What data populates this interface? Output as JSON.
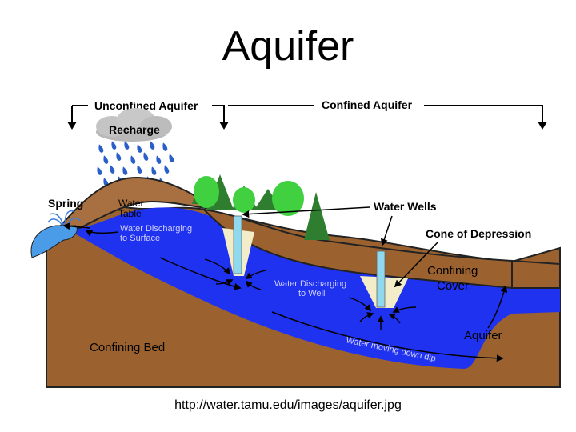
{
  "slide": {
    "title": "Aquifer",
    "source_url": "http://water.tamu.edu/images/aquifer.jpg"
  },
  "labels": {
    "unconfined_aquifer": "Unconfined Aquifer",
    "confined_aquifer": "Confined Aquifer",
    "recharge": "Recharge",
    "spring": "Spring",
    "water_table_line1": "Water",
    "water_table_line2": "Table",
    "water_discharging_surface_line1": "Water Discharging",
    "water_discharging_surface_line2": "to Surface",
    "water_wells": "Water Wells",
    "cone_of_depression": "Cone of Depression",
    "confining_cover_line1": "Confining",
    "confining_cover_line2": "Cover",
    "water_discharging_well_line1": "Water Discharging",
    "water_discharging_well_line2": "to Well",
    "aquifer": "Aquifer",
    "water_moving_down_dip": "Water moving down dip",
    "confining_bed": "Confining Bed"
  },
  "colors": {
    "soil": "#9b6230",
    "soil_light": "#a87040",
    "water": "#1e32f0",
    "water_light": "#4a9be8",
    "tree_dark": "#2f7d2f",
    "tree_light": "#40d040",
    "cloud": "#b8b8b8"
  }
}
